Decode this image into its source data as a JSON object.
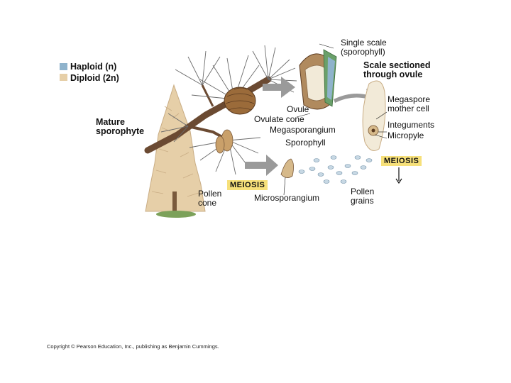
{
  "legend": {
    "haploid": {
      "text": "Haploid (n)",
      "color": "#8fb3cc"
    },
    "diploid": {
      "text": "Diploid (2n)",
      "color": "#e6cfa8"
    }
  },
  "labels": {
    "single_scale": "Single scale\n(sporophyll)",
    "scale_sectioned": "Scale sectioned\nthrough ovule",
    "megaspore_mother_cell": "Megaspore\nmother cell",
    "ovule": "Ovule",
    "ovulate_cone": "Ovulate cone",
    "megasporangium": "Megasporangium",
    "sporophyll": "Sporophyll",
    "integuments": "Integuments",
    "micropyle": "Micropyle",
    "mature_sporophyte": "Mature\nsporophyte",
    "pollen_cone": "Pollen\ncone",
    "microsporangium": "Microsporangium",
    "pollen_grains": "Pollen\ngrains",
    "meiosis_left": "MEIOSIS",
    "meiosis_right": "MEIOSIS"
  },
  "copyright": "Copyright © Pearson Education, Inc., publishing as Benjamin Cummings.",
  "colors": {
    "diploid_fill": "#e6cfa8",
    "haploid_fill": "#8fb3cc",
    "branch": "#6b4a32",
    "needle": "#6b6b6b",
    "cone": "#9b6b3a",
    "arrow": "#9a9a9a",
    "meiosis_bg": "#f6e07a"
  }
}
